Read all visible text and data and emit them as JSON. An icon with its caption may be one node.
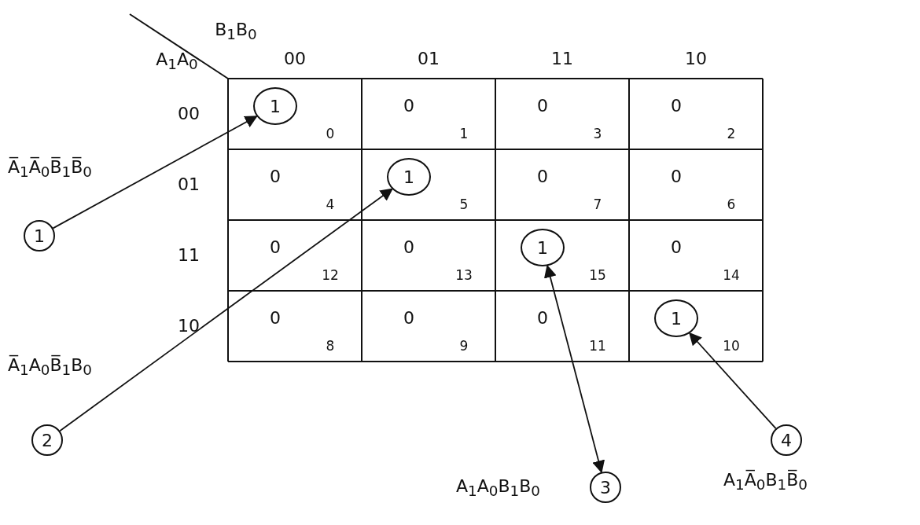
{
  "diagram": {
    "nodes": [
      {
        "text": [
          "1"
        ],
        "beside": [
          "A̅$_{1}$A̅$_{0}$B̅$_{1}$B̅$_{0}$"
        ]
      },
      {
        "text": [
          "1"
        ]
      },
      {
        "text": [
          "2"
        ],
        "beside": [
          "A̅$_{1}$A$_{0}$B̅$_{1}$B$_{0}$"
        ]
      },
      {
        "text": [
          "1"
        ]
      },
      {
        "text": [
          "3"
        ],
        "beside": [
          "A$_{1}$A$_{0}$B$_{1}$B$_{0}$"
        ]
      },
      {
        "text": [
          "1"
        ]
      },
      {
        "text": [
          "4"
        ],
        "beside": [
          "A$_{1}$A̅$_{0}$B$_{1}$B̅$_{0}$"
        ]
      },
      {
        "text": [
          "1"
        ]
      }
    ],
    "edges": [
      {
        "from": 0,
        "to": 1,
        "arrow": "to"
      },
      {
        "from": 2,
        "to": 3,
        "arrow": "to"
      },
      {
        "from": 4,
        "to": 5,
        "arrow": "both"
      },
      {
        "from": 6,
        "to": 7,
        "arrow": "to"
      }
    ],
    "labels": [
      "B$_{1}$B$_{0}$",
      "A$_{1}$A$_{0}$",
      "00",
      "01",
      "11",
      "10",
      "00",
      "0",
      "0",
      "1",
      "0",
      "3",
      "0",
      "2",
      "01",
      "0",
      "4",
      "5",
      "0",
      "7",
      "0",
      "6",
      "11",
      "0",
      "12",
      "0",
      "13",
      "15",
      "0",
      "14",
      "10",
      "0",
      "8",
      "0",
      "9",
      "0",
      "11",
      "10"
    ]
  }
}
